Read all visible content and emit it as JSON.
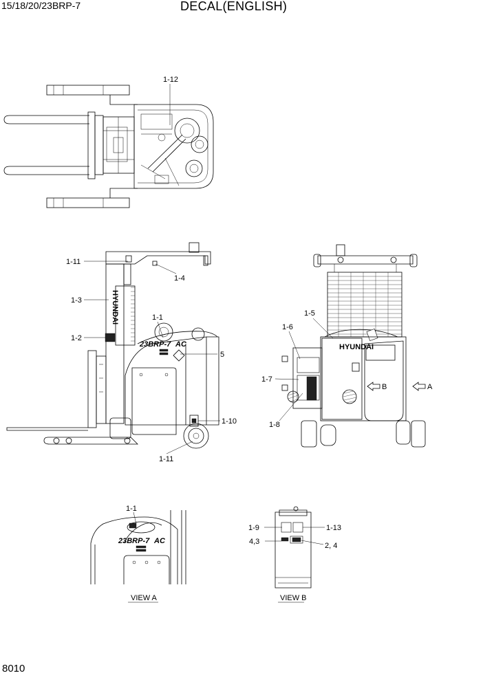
{
  "header": {
    "model": "15/18/20/23BRP-7",
    "title": "DECAL(ENGLISH)"
  },
  "page_number": "8010",
  "callouts": {
    "top_view": [
      "1-12"
    ],
    "side_view": [
      "1-11",
      "1-4",
      "1-3",
      "1-1",
      "1-2",
      "5",
      "1-10",
      "1-11"
    ],
    "rear_view": [
      "1-5",
      "1-6",
      "1-7",
      "1-8",
      "B",
      "A"
    ],
    "view_a": [
      "1-1"
    ],
    "view_b": [
      "1-9",
      "1-13",
      "4,3",
      "2, 4"
    ]
  },
  "view_labels": {
    "a": "VIEW A",
    "b": "VIEW B"
  },
  "decal_text": {
    "brand": "HYUNDAI",
    "model_badge": "23BRP-7",
    "model_badge_suffix": "AC"
  }
}
